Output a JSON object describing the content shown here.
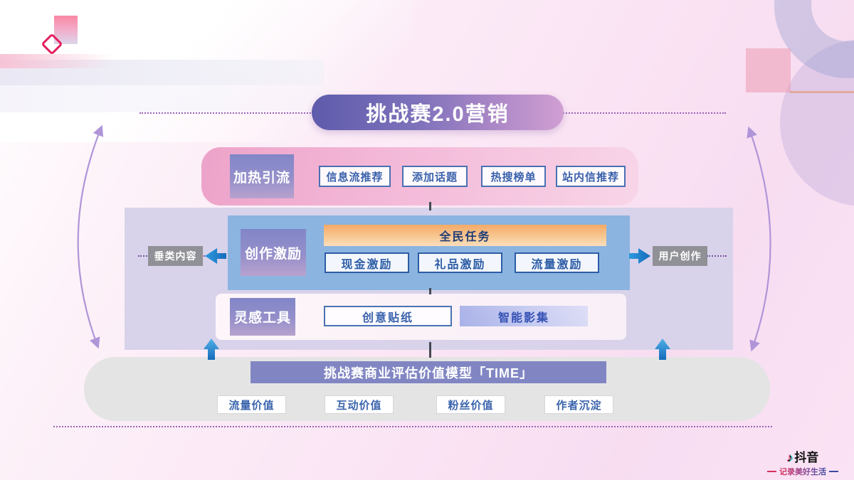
{
  "title": "挑战赛2.0营销",
  "heating": {
    "label": "加热引流",
    "items": [
      "信息流推荐",
      "添加话题",
      "热搜榜单",
      "站内信推荐"
    ]
  },
  "creation": {
    "label": "创作激励",
    "banner": "全民任务",
    "items": [
      "现金激励",
      "礼品激励",
      "流量激励"
    ],
    "left_tag": "垂类内容",
    "right_tag": "用户创作"
  },
  "inspiration": {
    "label": "灵感工具",
    "items": [
      "创意贴纸",
      "智能影集"
    ]
  },
  "time_model": {
    "title": "挑战赛商业评估价值模型「TIME」",
    "items": [
      "流量价值",
      "互动价值",
      "粉丝价值",
      "作者沉淀"
    ]
  },
  "footer": {
    "brand": "抖音",
    "note_icon": "♪",
    "slogan": "记录美好生活"
  },
  "colors": {
    "title_gradient_start": "#5e5bab",
    "title_gradient_end": "#d09fd3",
    "heating_row_pink": "#eda3c9",
    "section_label_purple": "#8a8dc8",
    "panel_blue": "#8bb4e0",
    "banner_orange": "#f3a968",
    "item_border_blue": "#2d5ca6",
    "lavender_panel": "#d8d3ea",
    "tag_gray": "#8a8a8f",
    "time_panel_gray": "#e4e4e4",
    "time_title_purple": "#8186c3",
    "arrow_blue": "#1d83cb",
    "dotted_purple": "#9a63b8",
    "curve_arrow_purple": "#b095d8"
  }
}
